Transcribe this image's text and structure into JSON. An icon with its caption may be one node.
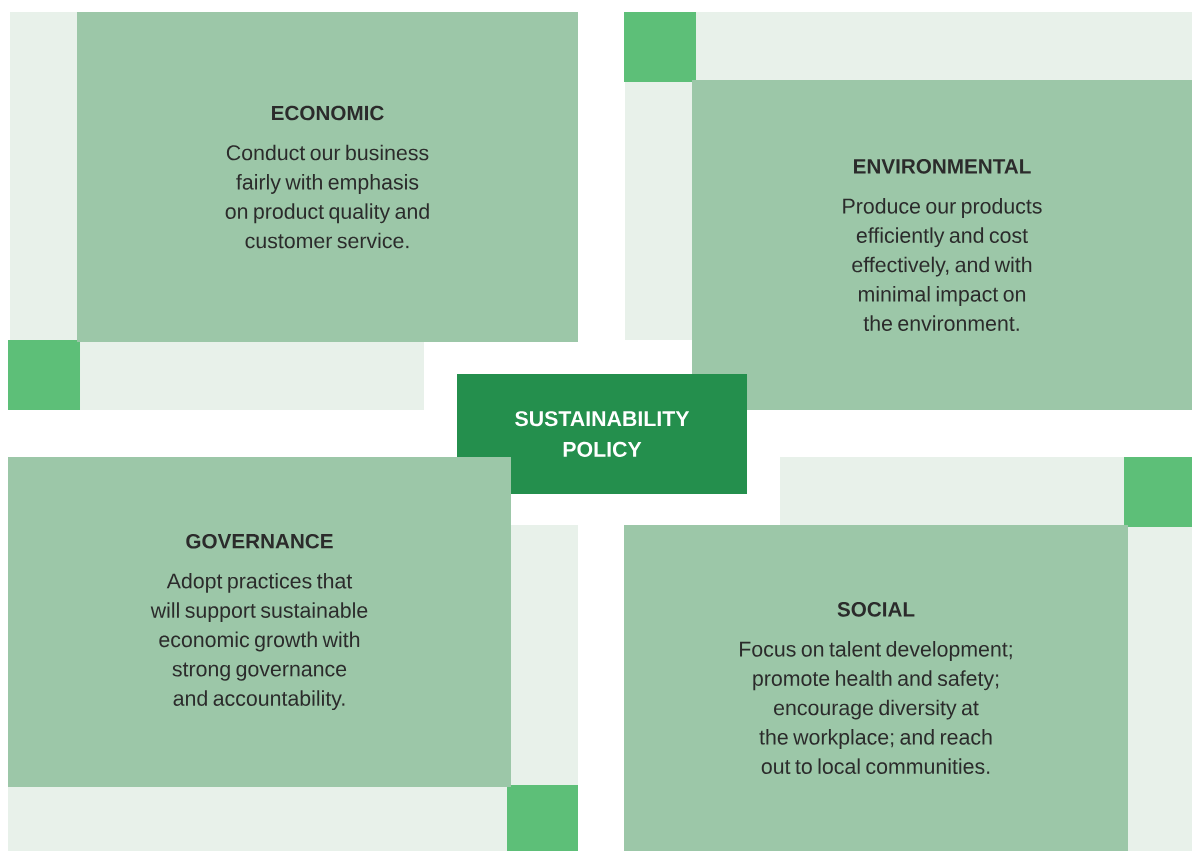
{
  "diagram": {
    "nodes": [
      {
        "text": [
          "ECONOMIC",
          "Conduct our business fairly with emphasis on product quality and customer service."
        ]
      },
      {
        "text": [
          "ENVIRONMENTAL",
          "Produce our products efficiently and cost effectively, and with minimal impact on the environment."
        ]
      },
      {
        "text": [
          "SUSTAINABILITY POLICY"
        ]
      },
      {
        "text": [
          "GOVERNANCE",
          "Adopt practices that will support sustainable economic growth with strong governance and accountability."
        ]
      },
      {
        "text": [
          "SOCIAL",
          "Focus on talent development; promote health and safety; encourage diversity at the workplace; and reach out to local communities."
        ]
      }
    ]
  }
}
